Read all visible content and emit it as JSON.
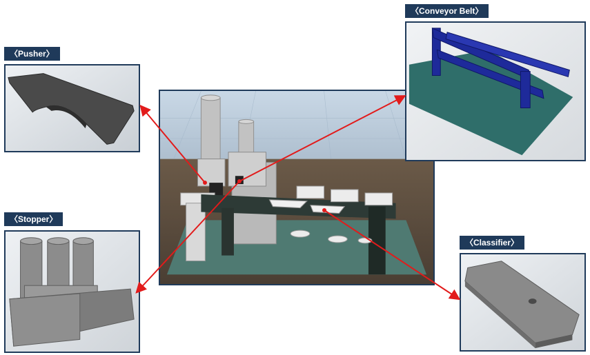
{
  "labels": {
    "pusher": "〈Pusher〉",
    "stopper": "〈Stopper〉",
    "conveyor_belt": "〈Conveyor Belt〉",
    "classifier": "〈Classifier〉"
  },
  "colors": {
    "label_bg": "#1f3a5a",
    "panel_border": "#1f3a5a",
    "arrow": "#e21b1b",
    "conveyor_part": "#1e2a9a",
    "base_plate": "#2f6e6a"
  }
}
